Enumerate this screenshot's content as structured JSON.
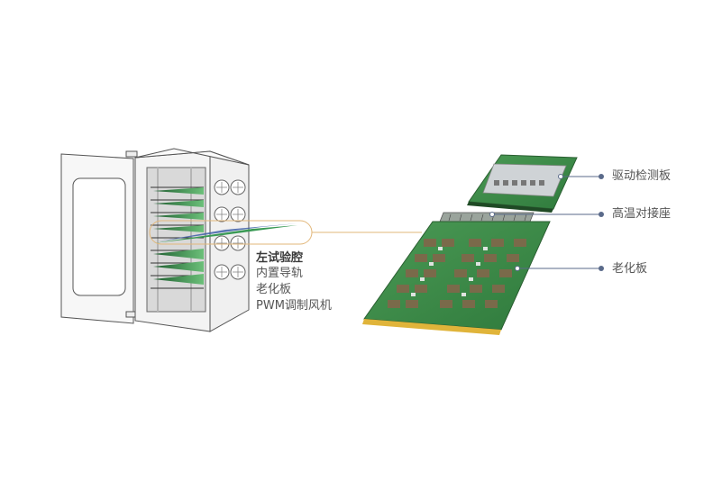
{
  "cabinet": {
    "title": "左试验腔",
    "items": [
      "内置导轨",
      "老化板",
      "PWM调制风机"
    ]
  },
  "callouts": [
    {
      "label": "驱动检测板"
    },
    {
      "label": "高温对接座"
    },
    {
      "label": "老化板"
    }
  ],
  "colors": {
    "pcb_green": "#3f8f4a",
    "pcb_dark": "#2d6e36",
    "highlight_orange": "#e2b77a",
    "callout_dot": "#5a6a8a",
    "gold_edge": "#e0b43a"
  }
}
